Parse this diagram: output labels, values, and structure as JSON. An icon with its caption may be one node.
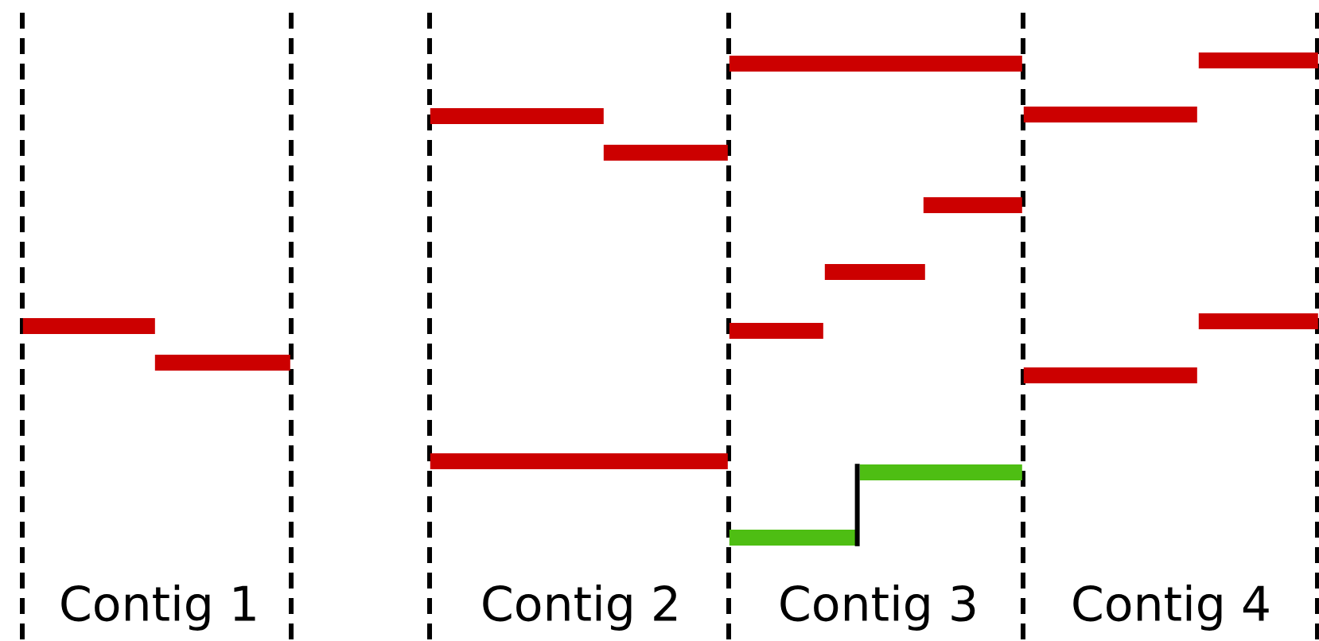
{
  "diagram": {
    "nodes": [
      {
        "text": [],
        "shape": "bar"
      },
      {
        "text": [],
        "shape": "bar"
      },
      {
        "text": [],
        "shape": "bar"
      },
      {
        "text": [],
        "shape": "bar"
      },
      {
        "text": [],
        "shape": "bar"
      },
      {
        "text": [],
        "shape": "bar"
      },
      {
        "text": [],
        "shape": "bar"
      },
      {
        "text": [],
        "shape": "bar"
      },
      {
        "text": [],
        "shape": "bar"
      },
      {
        "text": [],
        "shape": "bar"
      },
      {
        "text": [],
        "shape": "bar"
      },
      {
        "text": [],
        "shape": "bar"
      },
      {
        "text": [],
        "shape": "bar"
      },
      {
        "text": [],
        "shape": "bar"
      },
      {
        "text": [],
        "shape": "bar"
      }
    ],
    "edges": [
      {
        "from": 10,
        "to": 9,
        "arrow": "none"
      }
    ],
    "labels": [
      "Contig 1",
      "Contig 2",
      "Contig 3",
      "Contig 4"
    ]
  }
}
